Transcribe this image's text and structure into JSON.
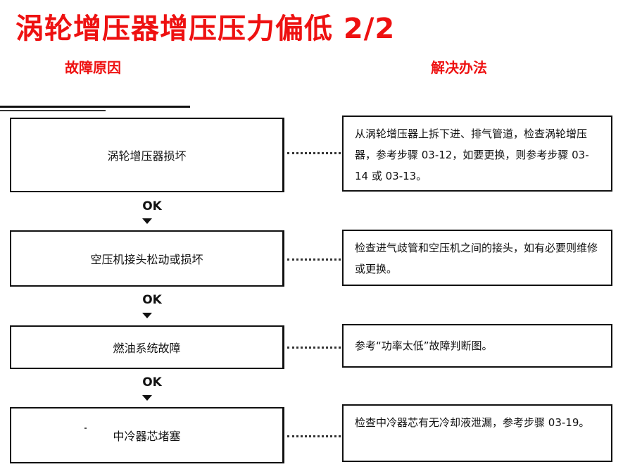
{
  "page": {
    "title": "涡轮增压器增压压力偏低 2/2",
    "col_cause": "故障原因",
    "col_solution": "解决办法"
  },
  "rows": [
    {
      "cause": "涡轮增压器损坏",
      "solution": "从涡轮增压器上拆下进、排气管道，检查涡轮增压器，参考步骤 03-12，如要更换，则参考步骤 03-14 或 03-13。"
    },
    {
      "cause": "空压机接头松动或损坏",
      "solution": "检查进气歧管和空压机之间的接头，如有必要则维修或更换。"
    },
    {
      "cause": "燃油系统故障",
      "solution": "参考“功率太低”故障判断图。"
    },
    {
      "cause": "中冷器芯堵塞",
      "solution": "检查中冷器芯有无冷却液泄漏，参考步骤 03-19。"
    }
  ],
  "connectors": [
    {
      "label": "OK"
    },
    {
      "label": "OK"
    },
    {
      "label": "OK"
    }
  ],
  "colors": {
    "heading": "#ee1111",
    "line": "#111111"
  }
}
